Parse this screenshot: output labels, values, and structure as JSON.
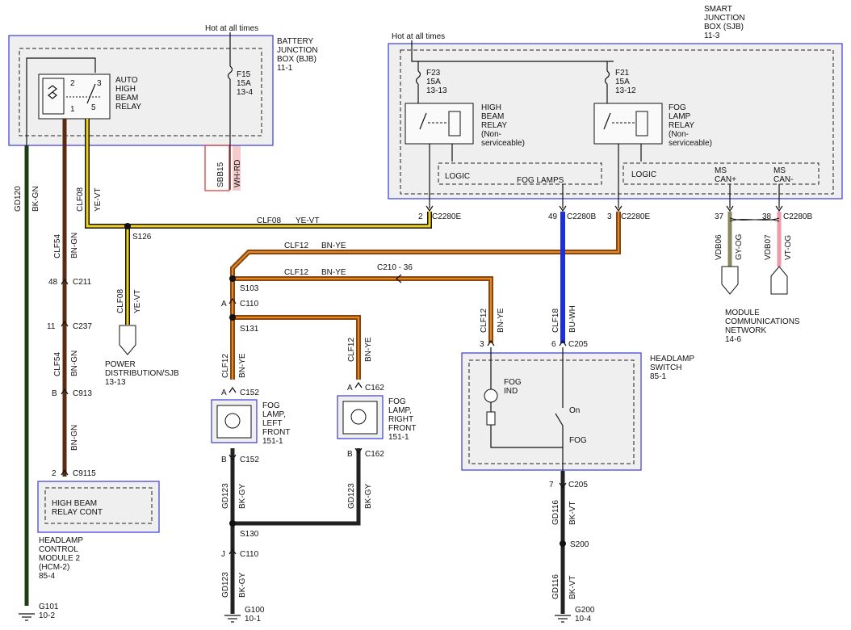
{
  "colors": {
    "BK-GN": "#1f3d14",
    "BN-GN": "#5a2a12",
    "YE-VT": "#f0d020",
    "BN-YE": "#8a4510",
    "BU-WH": "#2030d0",
    "BK-GY": "#222222",
    "BK-VT": "#222222",
    "GY-OG": "#8a8860",
    "VT-OG": "#ee9aa8",
    "WH-RD": "#dd3030",
    "box_border": "#3a3ad6"
  },
  "bjb": {
    "title": [
      "BATTERY",
      "JUNCTION",
      "BOX (BJB)",
      "11-1"
    ],
    "hot_label": "Hot at all times",
    "fuse_label": [
      "F15",
      "15A",
      "13-4"
    ],
    "relay_label": [
      "AUTO",
      "HIGH",
      "BEAM",
      "RELAY"
    ],
    "relay_pins": [
      "2",
      "3",
      "1",
      "5"
    ],
    "sbb_label": "SBB15",
    "sbb_wire": "WH-RD"
  },
  "sjb": {
    "title": [
      "SMART",
      "JUNCTION",
      "BOX (SJB)",
      "11-3"
    ],
    "hot_label": "Hot at all times",
    "fuse_f23": [
      "F23",
      "15A",
      "13-13"
    ],
    "fuse_f21": [
      "F21",
      "15A",
      "13-12"
    ],
    "high_beam_relay": [
      "HIGH",
      "BEAM",
      "RELAY",
      "(Non-",
      "serviceable)"
    ],
    "fog_lamp_relay": [
      "FOG",
      "LAMP",
      "RELAY",
      "(Non-",
      "serviceable)"
    ],
    "logic1": "LOGIC",
    "fog_lamps": "FOG LAMPS",
    "logic2": "LOGIC",
    "ms_can_plus": [
      "MS",
      "CAN+"
    ],
    "ms_can_minus": [
      "MS",
      "CAN-"
    ]
  },
  "connectors": {
    "c2280e_a_pin": "2",
    "c2280e_a": "C2280E",
    "c2280b_a_pin": "49",
    "c2280b_a": "C2280B",
    "c2280e_b_pin": "3",
    "c2280e_b": "C2280E",
    "c2280b_b_pin1": "37",
    "c2280b_b_pin2": "38",
    "c2280b_b": "C2280B",
    "c211_pin": "48",
    "c211": "C211",
    "c237_pin": "11",
    "c237": "C237",
    "c913_pin": "B",
    "c913": "C913",
    "c9115_pin": "2",
    "c9115": "C9115",
    "c110_a_pin": "A",
    "c110_a": "C110",
    "c152_a_pin": "A",
    "c152_a": "C152",
    "c152_b_pin": "B",
    "c152_b": "C152",
    "c162_a_pin": "A",
    "c162_a": "C162",
    "c162_b_pin": "B",
    "c162_b": "C162",
    "c110_j_pin": "J",
    "c110_j": "C110",
    "c205_3_pin": "3",
    "c205_6_pin": "6",
    "c205_top": "C205",
    "c205_7_pin": "7",
    "c205_bot": "C205",
    "c210": "C210 - 36"
  },
  "splices": {
    "s126": "S126",
    "s103": "S103",
    "s131": "S131",
    "s130": "S130",
    "s200": "S200"
  },
  "wires": {
    "gd120": "GD120",
    "bk_gn": "BK-GN",
    "clf08": "CLF08",
    "ye_vt": "YE-VT",
    "clf54": "CLF54",
    "bn_gn": "BN-GN",
    "clf12": "CLF12",
    "bn_ye": "BN-YE",
    "clf18": "CLF18",
    "bu_wh": "BU-WH",
    "gd123": "GD123",
    "bk_gy": "BK-GY",
    "gd116": "GD116",
    "bk_vt": "BK-VT",
    "vdb06": "VDB06",
    "gy_og": "GY-OG",
    "vdb07": "VDB07",
    "vt_og": "VT-OG"
  },
  "components": {
    "power_dist": [
      "POWER",
      "DISTRIBUTION/SJB",
      "13-13"
    ],
    "module_comm": [
      "MODULE",
      "COMMUNICATIONS",
      "NETWORK",
      "14-6"
    ],
    "headlamp_switch": [
      "HEADLAMP",
      "SWITCH",
      "85-1"
    ],
    "fog_ind": [
      "FOG",
      "IND"
    ],
    "switch_on": "On",
    "switch_fog": "FOG",
    "fog_lamp_lf": [
      "FOG",
      "LAMP,",
      "LEFT",
      "FRONT",
      "151-1"
    ],
    "fog_lamp_rf": [
      "FOG",
      "LAMP,",
      "RIGHT",
      "FRONT",
      "151-1"
    ],
    "hbrc": [
      "HIGH BEAM",
      "RELAY CONT"
    ],
    "hcm": [
      "HEADLAMP",
      "CONTROL",
      "MODULE 2",
      "(HCM-2)",
      "85-4"
    ]
  },
  "grounds": {
    "g101": [
      "G101",
      "10-2"
    ],
    "g100": [
      "G100",
      "10-1"
    ],
    "g200": [
      "G200",
      "10-4"
    ]
  }
}
